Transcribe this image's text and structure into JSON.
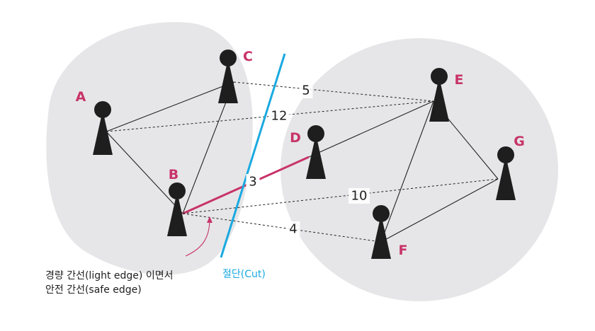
{
  "nodes": [
    {
      "id": "A",
      "label": "A"
    },
    {
      "id": "B",
      "label": "B"
    },
    {
      "id": "C",
      "label": "C"
    },
    {
      "id": "D",
      "label": "D"
    },
    {
      "id": "E",
      "label": "E"
    },
    {
      "id": "F",
      "label": "F"
    },
    {
      "id": "G",
      "label": "G"
    }
  ],
  "edges": [
    {
      "from": "A",
      "to": "C",
      "style": "solid"
    },
    {
      "from": "A",
      "to": "B",
      "style": "solid"
    },
    {
      "from": "B",
      "to": "C",
      "style": "solid"
    },
    {
      "from": "E",
      "to": "D",
      "style": "solid"
    },
    {
      "from": "E",
      "to": "G",
      "style": "solid"
    },
    {
      "from": "E",
      "to": "F",
      "style": "solid"
    },
    {
      "from": "F",
      "to": "G",
      "style": "solid"
    },
    {
      "from": "C",
      "to": "E",
      "style": "dashed",
      "weight": "5"
    },
    {
      "from": "A",
      "to": "E",
      "style": "dashed",
      "weight": "12"
    },
    {
      "from": "B",
      "to": "D",
      "style": "light",
      "weight": "3"
    },
    {
      "from": "B",
      "to": "G",
      "style": "dashed",
      "weight": "10"
    },
    {
      "from": "B",
      "to": "F",
      "style": "dashed",
      "weight": "4"
    }
  ],
  "cut": {
    "label": "절단(Cut)"
  },
  "annotation": {
    "line1": "경량 간선(light edge) 이면서",
    "line2": "안전 간선(safe edge)"
  },
  "colors": {
    "node_label": "#c8336a",
    "light_edge": "#c8336a",
    "cut": "#1aa9e0",
    "region": "#e6e6e8",
    "pawn": "#1e1e1e"
  }
}
